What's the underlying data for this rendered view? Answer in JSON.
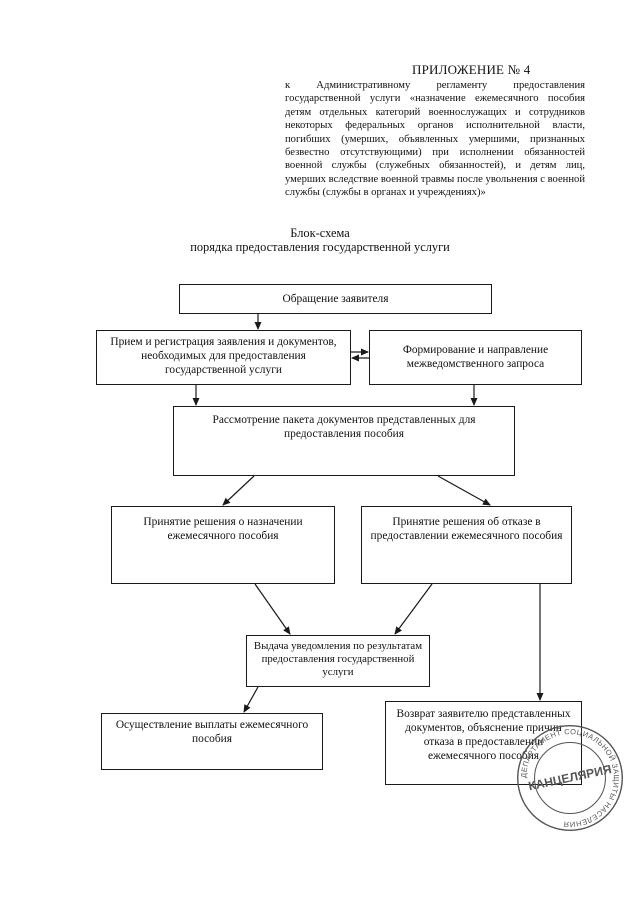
{
  "header": {
    "appendix_title": "ПРИЛОЖЕНИЕ № 4",
    "appendix_text": "к Административному регламенту предоставления государственной услуги «назначение ежемесячного пособия детям отдельных категорий военнослужащих и сотрудников некоторых федеральных органов исполнительной власти, погибших (умерших, объявленных умершими, признанных безвестно отсутствующими) при исполнении обязанностей военной службы (служебных обязанностей), и детям лиц, умерших вследствие военной травмы после увольнения с военной службы (службы в органах и учреждениях)»"
  },
  "title": {
    "line1": "Блок-схема",
    "line2": "порядка предоставления государственной услуги"
  },
  "flowchart": {
    "step_request": "Обращение заявителя",
    "step_registration": "Прием и регистрация заявления и документов, необходимых для предоставления государственной услуги",
    "step_interagency": "Формирование и направление межведомственного запроса",
    "step_review": "Рассмотрение пакета документов представленных для предоставления пособия",
    "step_approve": "Принятие решения о назначении ежемесячного пособия",
    "step_refuse": "Принятие решения об отказе в предоставлении ежемесячного пособия",
    "step_notify": "Выдача уведомления по результатам предоставления государственной услуги",
    "step_payment": "Осуществление выплаты ежемесячного пособия",
    "step_return": "Возврат заявителю представленных документов, объяснение причин отказа в предоставлении ежемесячного пособия"
  },
  "stamp": {
    "center_text": "КАНЦЕЛЯРИЯ",
    "ring_text": "ДЕПАРТАМЕНТ СОЦИАЛЬНОЙ ЗАЩИТЫ НАСЕЛЕНИЯ"
  },
  "colors": {
    "ink": "#1a1a1a",
    "stamp": "#555555"
  }
}
